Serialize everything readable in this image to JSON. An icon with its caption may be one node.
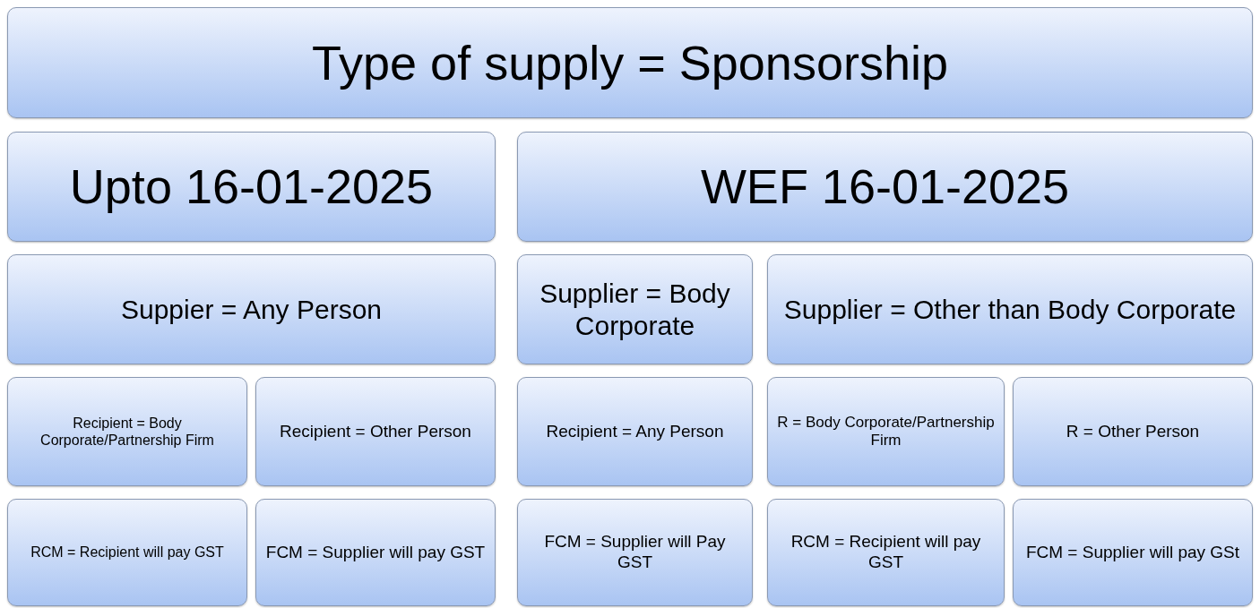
{
  "diagram": {
    "nodes": [
      {
        "text": [
          "Type of supply = Sponsorship"
        ]
      },
      {
        "text": [
          "Upto 16-01-2025"
        ]
      },
      {
        "text": [
          "WEF 16-01-2025"
        ]
      },
      {
        "text": [
          "Suppier = Any Person"
        ]
      },
      {
        "text": [
          "Supplier = Body Corporate"
        ]
      },
      {
        "text": [
          "Supplier = Other than Body Corporate"
        ]
      },
      {
        "text": [
          "Recipient = Body Corporate/Partnership Firm"
        ]
      },
      {
        "text": [
          "Recipient = Other Person"
        ]
      },
      {
        "text": [
          "Recipient = Any Person"
        ]
      },
      {
        "text": [
          "R = Body Corporate/Partnership Firm"
        ]
      },
      {
        "text": [
          "R = Other Person"
        ]
      },
      {
        "text": [
          "RCM = Recipient will pay GST"
        ]
      },
      {
        "text": [
          "FCM = Supplier will pay GST"
        ]
      },
      {
        "text": [
          "FCM = Supplier will Pay GST"
        ]
      },
      {
        "text": [
          "RCM = Recipient will pay GST"
        ]
      },
      {
        "text": [
          "FCM = Supplier will pay GSt"
        ]
      }
    ]
  }
}
